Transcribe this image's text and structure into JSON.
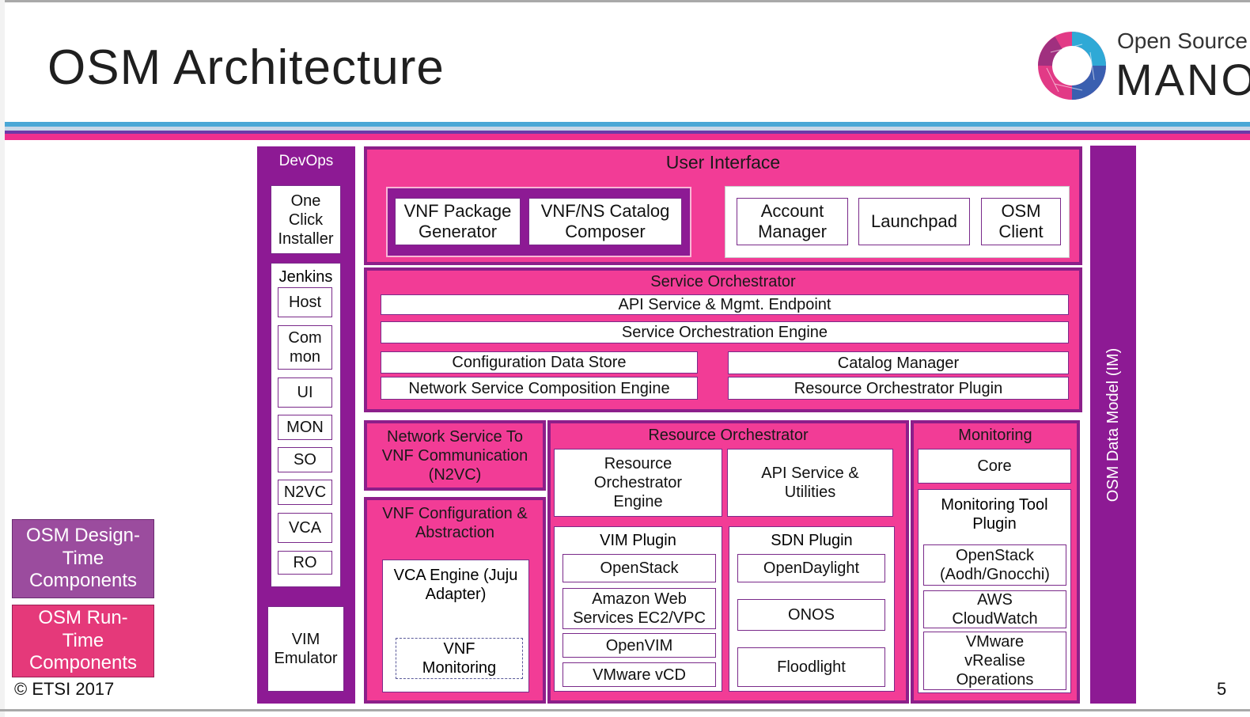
{
  "title": "OSM Architecture",
  "logo": {
    "line1": "Open Source",
    "line2": "MANO"
  },
  "colors": {
    "pink": "#f23c96",
    "purple": "#8d1a94",
    "design_time": "#9b4c9e",
    "run_time": "#e5397a"
  },
  "devops": {
    "title": "DevOps",
    "one_click": "One Click Installer",
    "jenkins": "Jenkins",
    "items": [
      "Host",
      "Com mon",
      "UI",
      "MON",
      "SO",
      "N2VC",
      "VCA",
      "RO"
    ],
    "vim_emulator": "VIM Emulator"
  },
  "ui": {
    "title": "User Interface",
    "vnf_package": "VNF Package Generator",
    "catalog_composer": "VNF/NS Catalog Composer",
    "account_manager": "Account Manager",
    "launchpad": "Launchpad",
    "osm_client": "OSM Client"
  },
  "so": {
    "title": "Service Orchestrator",
    "api": "API Service & Mgmt. Endpoint",
    "engine": "Service Orchestration Engine",
    "config_store": "Configuration Data Store",
    "catalog_manager": "Catalog Manager",
    "ns_composition": "Network Service Composition Engine",
    "ro_plugin": "Resource Orchestrator Plugin"
  },
  "n2vc": {
    "title": "Network Service To VNF Communication (N2VC)"
  },
  "vca": {
    "title": "VNF Configuration & Abstraction",
    "engine": "VCA Engine (Juju Adapter)",
    "vnf_monitoring": "VNF Monitoring"
  },
  "ro": {
    "title": "Resource Orchestrator",
    "engine": "Resource Orchestrator Engine",
    "api": "API Service & Utilities",
    "vim_plugin": "VIM Plugin",
    "vim_items": [
      "OpenStack",
      "Amazon Web Services EC2/VPC",
      "OpenVIM",
      "VMware vCD"
    ],
    "sdn_plugin": "SDN Plugin",
    "sdn_items": [
      "OpenDaylight",
      "ONOS",
      "Floodlight"
    ]
  },
  "monitoring": {
    "title": "Monitoring",
    "core": "Core",
    "tool_plugin": "Monitoring Tool Plugin",
    "items": [
      "OpenStack (Aodh/Gnocchi)",
      "AWS CloudWatch",
      "VMware vRealise Operations"
    ]
  },
  "data_model": "OSM Data Model (IM)",
  "legend": {
    "design_time": "OSM Design-Time Components",
    "run_time": "OSM Run-Time Components"
  },
  "footer": {
    "copyright": "© ETSI 2017",
    "page_number": "5"
  }
}
